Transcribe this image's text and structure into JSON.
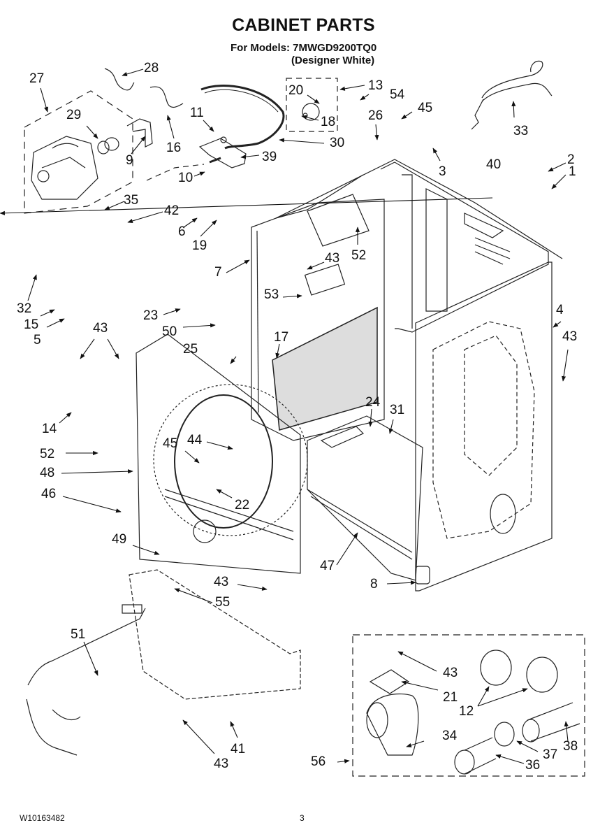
{
  "header": {
    "title": "CABINET PARTS",
    "models_line": "For Models: 7MWGD9200TQ0",
    "variant_line": "(Designer White)"
  },
  "footer": {
    "document_number": "W10163482",
    "page_number": "3"
  },
  "callouts": {
    "c27": "27",
    "c28": "28",
    "c29": "29",
    "c16": "16",
    "c9": "9",
    "c11": "11",
    "c10": "10",
    "c39": "39",
    "c30": "30",
    "c20": "20",
    "c18": "18",
    "c13": "13",
    "c54": "54",
    "c26": "26",
    "c45a": "45",
    "c33": "33",
    "c3": "3",
    "c2": "2",
    "c1": "1",
    "c40": "40",
    "c35": "35",
    "c42": "42",
    "c6": "6",
    "c19": "19",
    "c52a": "52",
    "c7": "7",
    "c43a": "43",
    "c53": "53",
    "c32": "32",
    "c15": "15",
    "c5": "5",
    "c23": "23",
    "c50": "50",
    "c17": "17",
    "c4": "4",
    "c43b": "43",
    "c43c": "43",
    "c25": "25",
    "c43d": "43",
    "c14": "14",
    "c24": "24",
    "c31": "31",
    "c52b": "52",
    "c45b": "45",
    "c44": "44",
    "c48": "48",
    "c46": "46",
    "c22": "22",
    "c49": "49",
    "c47": "47",
    "c43e": "43",
    "c55": "55",
    "c8": "8",
    "c51": "51",
    "c43f": "43",
    "c21": "21",
    "c12": "12",
    "c38": "38",
    "c34": "34",
    "c37": "37",
    "c36": "36",
    "c56": "56",
    "c41": "41",
    "c43g": "43"
  }
}
